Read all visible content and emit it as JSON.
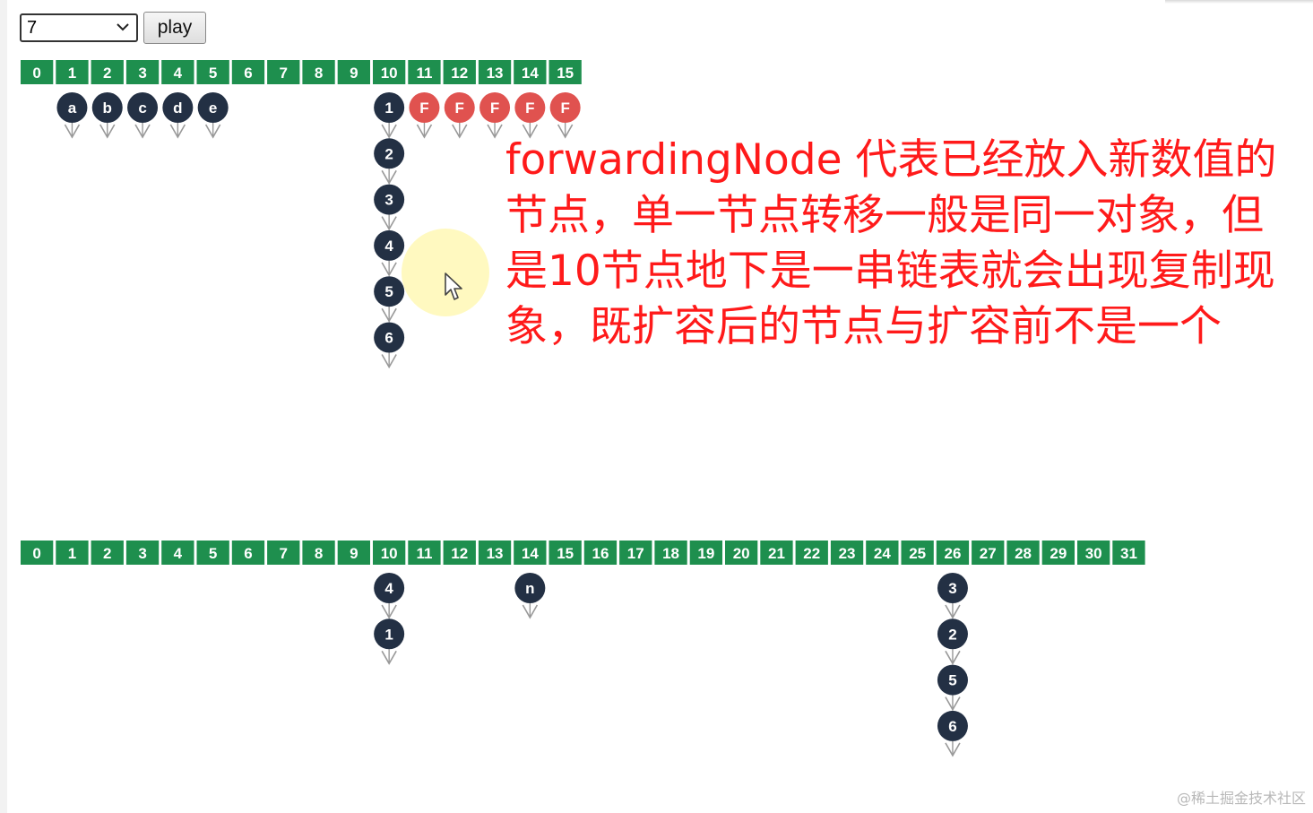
{
  "controls": {
    "speed_value": "7",
    "play_label": "play"
  },
  "old_table": {
    "slots": [
      "0",
      "1",
      "2",
      "3",
      "4",
      "5",
      "6",
      "7",
      "8",
      "9",
      "10",
      "11",
      "12",
      "13",
      "14",
      "15"
    ],
    "buckets": [
      {
        "slot": 1,
        "nodes": [
          "a"
        ]
      },
      {
        "slot": 2,
        "nodes": [
          "b"
        ]
      },
      {
        "slot": 3,
        "nodes": [
          "c"
        ]
      },
      {
        "slot": 4,
        "nodes": [
          "d"
        ]
      },
      {
        "slot": 5,
        "nodes": [
          "e"
        ]
      },
      {
        "slot": 10,
        "nodes": [
          "1",
          "2",
          "3",
          "4",
          "5",
          "6"
        ]
      },
      {
        "slot": 11,
        "nodes": [
          "F"
        ],
        "forwarding": true
      },
      {
        "slot": 12,
        "nodes": [
          "F"
        ],
        "forwarding": true
      },
      {
        "slot": 13,
        "nodes": [
          "F"
        ],
        "forwarding": true
      },
      {
        "slot": 14,
        "nodes": [
          "F"
        ],
        "forwarding": true
      },
      {
        "slot": 15,
        "nodes": [
          "F"
        ],
        "forwarding": true
      }
    ]
  },
  "new_table": {
    "slots": [
      "0",
      "1",
      "2",
      "3",
      "4",
      "5",
      "6",
      "7",
      "8",
      "9",
      "10",
      "11",
      "12",
      "13",
      "14",
      "15",
      "16",
      "17",
      "18",
      "19",
      "20",
      "21",
      "22",
      "23",
      "24",
      "25",
      "26",
      "27",
      "28",
      "29",
      "30",
      "31"
    ],
    "buckets": [
      {
        "slot": 10,
        "nodes": [
          "4",
          "1"
        ]
      },
      {
        "slot": 14,
        "nodes": [
          "n"
        ]
      },
      {
        "slot": 26,
        "nodes": [
          "3",
          "2",
          "5",
          "6"
        ]
      }
    ]
  },
  "annotation": {
    "text": "forwardingNode 代表已经放入新数值的节点，单一节点转移一般是同一对象，但是10节点地下是一串链表就会出现复制现象，既扩容后的节点与扩容前不是一个"
  },
  "watermark": "@稀土掘金技术社区",
  "colors": {
    "slot": "#1e8f4e",
    "node": "#233044",
    "forwarding_node": "#e0524f",
    "annotation": "#ff1a1a"
  }
}
